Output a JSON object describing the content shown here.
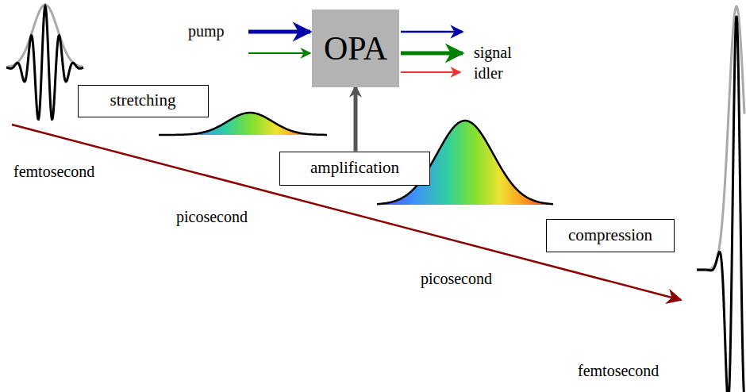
{
  "diagram": {
    "nodes": [
      {
        "text": [
          "OPA"
        ]
      },
      {
        "text": [
          "stretching"
        ]
      },
      {
        "text": [
          "amplification"
        ]
      },
      {
        "text": [
          "compression"
        ]
      }
    ],
    "edges": [
      {
        "from": 2,
        "to": 0,
        "arrow": "to"
      }
    ],
    "labels": [
      "pump",
      "signal",
      "idler",
      "femtosecond",
      "picosecond",
      "picosecond",
      "femtosecond"
    ]
  }
}
